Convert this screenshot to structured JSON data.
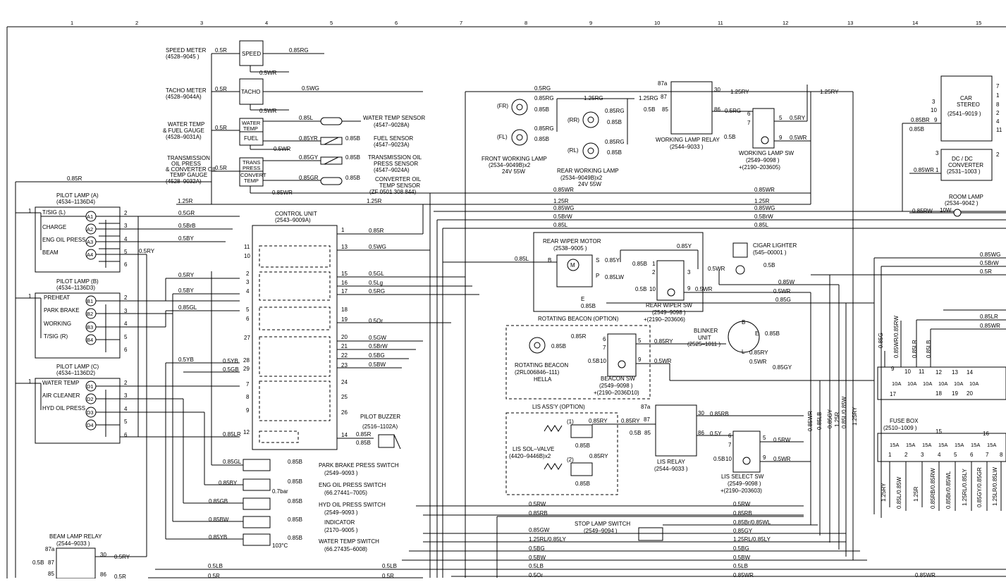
{
  "border_ticks": [
    "1",
    "2",
    "3",
    "4",
    "5",
    "6",
    "7",
    "8",
    "9",
    "10",
    "11",
    "12",
    "13",
    "14",
    "15"
  ],
  "gauges": [
    {
      "name": "SPEED METER",
      "part": "(4528–9045 )",
      "label": "SPEED",
      "in_wire": "0.5R",
      "out_wire": "0.85RG",
      "gnd_wire": "0.5WR"
    },
    {
      "name": "TACHO METER",
      "part": "(4528–9044A)",
      "label": "TACHO",
      "in_wire": "0.5R",
      "out_wire": "0.5WG",
      "gnd_wire": "0.5WR"
    },
    {
      "name": "WATER TEMP & FUEL GAUGE",
      "part": "(4528–9031A)",
      "label_a": "WATER TEMP",
      "label_b": "FUEL",
      "in_wire": "0.5R",
      "gnd_wire": "0.5WR"
    },
    {
      "name": "TRANSMISSION OIL PRESS & CONVERTER TEMP GAUGE",
      "part": "(4528–9032A)",
      "label_a": "TRANS PRESS",
      "label_b": "CONVERT TEMP",
      "in_wire": "0.5R",
      "gnd_wire": "0.85WR"
    }
  ],
  "sensors": [
    {
      "name": "WATER TEMP SENSOR",
      "part": "(4547–9028A)",
      "wire": "0.85L"
    },
    {
      "name": "FUEL SENSOR",
      "part": "(4547–9023A)",
      "wire": "0.85YR"
    },
    {
      "name": "TRANSMISSION OIL PRESS SENSOR",
      "part": "(4547–9024A)",
      "wire": "0.85GY"
    },
    {
      "name": "CONVERTER OIL TEMP SENSOR",
      "part": "(ZF 0501 308 844)",
      "wire": "0.85GR"
    }
  ],
  "pilot_lamps": [
    {
      "title": "PILOT LAMP (A)",
      "part": "(4534–1136D4)",
      "items": [
        {
          "id": "A1",
          "label": "T/SIG (L)"
        },
        {
          "id": "A2",
          "label": "CHARGE"
        },
        {
          "id": "A3",
          "label": "ENG OIL PRESS"
        },
        {
          "id": "A4",
          "label": "BEAM"
        }
      ]
    },
    {
      "title": "PILOT LAMP (B)",
      "part": "(4534–1136D3)",
      "items": [
        {
          "id": "B1",
          "label": "PREHEAT"
        },
        {
          "id": "B2",
          "label": "PARK BRAKE"
        },
        {
          "id": "B3",
          "label": "WORKING"
        },
        {
          "id": "B4",
          "label": "T/SIG (R)"
        }
      ]
    },
    {
      "title": "PILOT LAMP (C)",
      "part": "(4534–1136D2)",
      "items": [
        {
          "id": "D1",
          "label": "WATER TEMP"
        },
        {
          "id": "D2",
          "label": "AIR CLEANER"
        },
        {
          "id": "D3",
          "label": "HYD OIL PRESS"
        },
        {
          "id": "D4",
          "label": ""
        }
      ]
    }
  ],
  "control_unit": {
    "title": "CONTROL UNIT",
    "part": "(2543–9009A)"
  },
  "pilot_buzzer": {
    "title": "PILOT BUZZER",
    "part": "(2516–1102A)"
  },
  "switches": [
    {
      "name": "PARK BRAKE PRESS SWITCH",
      "part": "(2549–9093 )",
      "wire": "0.85GL"
    },
    {
      "name": "ENG OIL PRESS SWITCH",
      "part": "(66.27441–7005)",
      "wire": "0.85BY",
      "note": "0.7bar"
    },
    {
      "name": "HYD OIL PRESS SWITCH",
      "part": "(2549–9093 )",
      "wire": "0.85GB"
    },
    {
      "name": "INDICATOR",
      "part": "(2170–9005 )",
      "wire": "0.85BW"
    },
    {
      "name": "WATER TEMP SWITCH",
      "part": "(66.27435–6008)",
      "wire": "0.85YB",
      "note": "103°C"
    }
  ],
  "work_lamps": {
    "front": {
      "title": "FRONT WORKING LAMP",
      "part": "(2534–9049B)x2",
      "rating": "24V 55W"
    },
    "rear": {
      "title": "REAR WORKING LAMP",
      "part": "(2534–9049B)x2",
      "rating": "24V 55W"
    },
    "relay": {
      "title": "WORKING LAMP RELAY",
      "part": "(2544–9033 )"
    },
    "sw": {
      "title": "WORKING LAMP SW",
      "part": "(2549–9098 )",
      "part2": "+(2190–203605)"
    }
  },
  "car_stereo": {
    "title": "CAR STEREO",
    "part": "(2541–9019 )"
  },
  "dcdc": {
    "title": "DC / DC CONVERTER",
    "part": "(2531–1003 )"
  },
  "room_lamp": {
    "title": "ROOM LAMP",
    "part": "(2534–9042 )"
  },
  "rear_wiper_motor": {
    "title": "REAR WIPER MOTOR",
    "part": "(2538–9005 )"
  },
  "cigar_lighter": {
    "title": "CIGAR LIGHTER",
    "part": "(545–00001 )"
  },
  "rear_wiper_sw": {
    "title": "REAR WIPER SW",
    "part": "(2549–9098 )",
    "part2": "+(2190–203606)"
  },
  "blinker": {
    "title": "BLINKER UNIT",
    "part": "(2525–1011 )"
  },
  "rotating_beacon": {
    "section": "ROTATING BEACON (OPTION)",
    "title": "ROTATING BEACON",
    "part": "(2RL006846–111)",
    "brand": "HELLA"
  },
  "beacon_sw": {
    "title": "BEACON SW",
    "part": "(2549–9098 )",
    "part2": "+(2190–2036D10)"
  },
  "lis": {
    "section": "LIS ASS'Y (OPTION)",
    "valve": "LIS SOL–VALVE",
    "valve_part": "(4420–9446B)x2",
    "relay": "LIS RELAY",
    "relay_part": "(2544–9033 )",
    "sw": "LIS SELECT SW",
    "sw_part": "(2549–9098 )",
    "sw_part2": "+(2190–203603)"
  },
  "stop_lamp_switch": {
    "title": "STOP LAMP SWITCH",
    "part": "(2549–9094 )"
  },
  "fuse_box": {
    "title": "FUSE BOX",
    "part": "(2510–1009 )",
    "upper_rating": "10A",
    "lower_rating": "15A"
  },
  "beam_lamp_relay": {
    "title": "BEAM LAMP RELAY",
    "part": "(2544–9033 )"
  },
  "bus_labels": [
    "0.85WR",
    "1.25R",
    "0.85WG",
    "0.5BrW",
    "0.85L"
  ],
  "bottom_bus_right": [
    "0.5RW",
    "0.85RB",
    "0.85Br/0.85WL",
    "0.85GY",
    "1.25RL/0.85LY",
    "0.5BG",
    "0.5BW",
    "0.5LB",
    "0.85WR"
  ],
  "bottom_bus_left": [
    "0.85GW",
    "1.25RL/0.85LY",
    "0.5BG",
    "0.5BW",
    "0.5LB",
    "0.5Or"
  ],
  "colors": {
    "ink": "#000000",
    "paper": "#ffffff"
  }
}
